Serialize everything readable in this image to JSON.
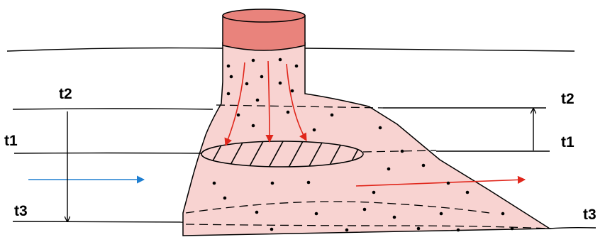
{
  "labels": {
    "left_t2": "t2",
    "left_t1": "t1",
    "left_t3": "t3",
    "right_t2": "t2",
    "right_t1": "t1",
    "right_t3": "t3"
  },
  "colors": {
    "plume_fill": "#f8d3d1",
    "cap_fill": "#e9837c",
    "arrow_red": "#e0261b",
    "arrow_blue": "#1f7fd1",
    "ink": "#000000"
  }
}
